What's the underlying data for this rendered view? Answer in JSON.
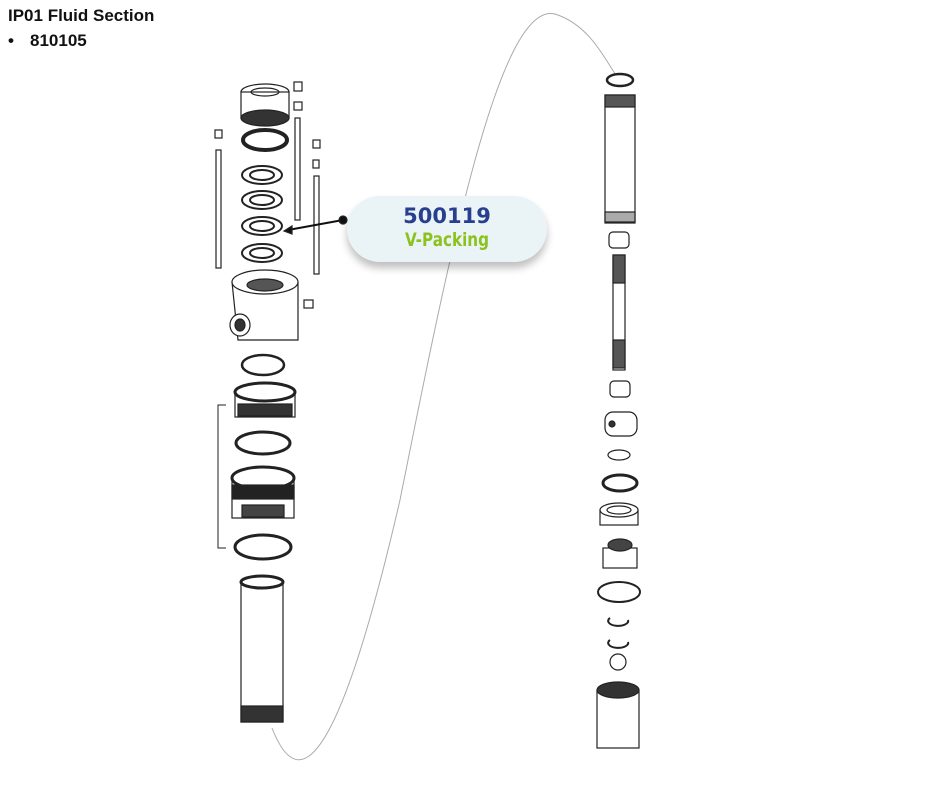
{
  "header": {
    "title": "IP01 Fluid Section",
    "bullet_symbol": "•",
    "assembly_number": "810105"
  },
  "callout": {
    "part_number": "500119",
    "part_name": "V-Packing",
    "part_number_color": "#283f8f",
    "part_name_color": "#8cc21f"
  }
}
